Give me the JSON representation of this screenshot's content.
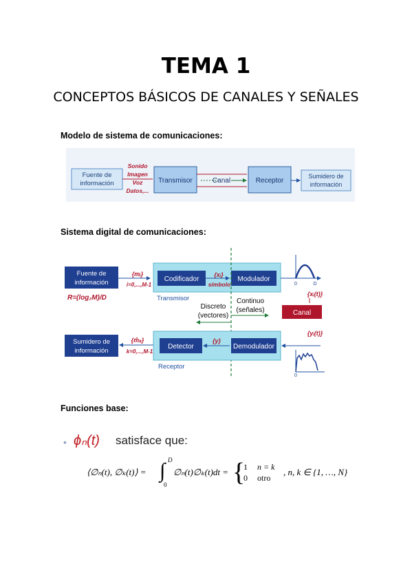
{
  "title": "TEMA 1",
  "subtitle": "CONCEPTOS BÁSICOS DE CANALES Y SEÑALES",
  "section1": {
    "heading": "Modelo de sistema de comunicaciones:",
    "source_line1": "Fuente de",
    "source_line2": "información",
    "inputs": [
      "Sonido",
      "Imagen",
      "Voz",
      "Datos,..."
    ],
    "transmitter": "Transmisor",
    "channel": "Canal",
    "receiver": "Receptor",
    "sink_line1": "Sumidero de",
    "sink_line2": "información"
  },
  "section2": {
    "heading": "Sistema digital de comunicaciones:",
    "source_line1": "Fuente de",
    "source_line2": "información",
    "m_set": "{mᵢ}",
    "i_range": "i=0,...,M-1",
    "rate": "R=(log₂M)/D",
    "encoder": "Codificador",
    "x_set": "{xᵢ}",
    "symbol": "símbolo",
    "modulator": "Modulador",
    "transmitter_label": "Transmisor",
    "xt_set": "{xᵢ(t)}",
    "discrete_line1": "Discreto",
    "discrete_line2": "(vectores)",
    "continuous_line1": "Continuo",
    "continuous_line2": "(señales)",
    "channel": "Canal",
    "sink_line1": "Sumidero de",
    "sink_line2": "información",
    "m_hat_set": "{m̂ₖ}",
    "k_range": "k=0,...,M-1",
    "detector": "Detector",
    "y_set": "{y}",
    "demodulator": "Demodulador",
    "yt_set": "{yᵢ(t)}",
    "receiver_label": "Receptor",
    "axis_zero": "0",
    "axis_d": "D"
  },
  "section3": {
    "heading": "Funciones base:",
    "bullet": "•",
    "phi": "ϕₙ(t)",
    "statement": "satisface que:",
    "formula_lhs": "⟨∅ₙ(t), ∅ₖ(t)⟩ =",
    "integral": "∫",
    "upper_limit": "D",
    "lower_limit": "0",
    "integrand": "∅ₙ(t)∅ₖ(t)dt =",
    "case1_value": "1",
    "case1_condition": "n = k",
    "case2_value": "0",
    "case2_condition": "otro",
    "domain": ",  n, k ∈ {1, …, N}"
  }
}
